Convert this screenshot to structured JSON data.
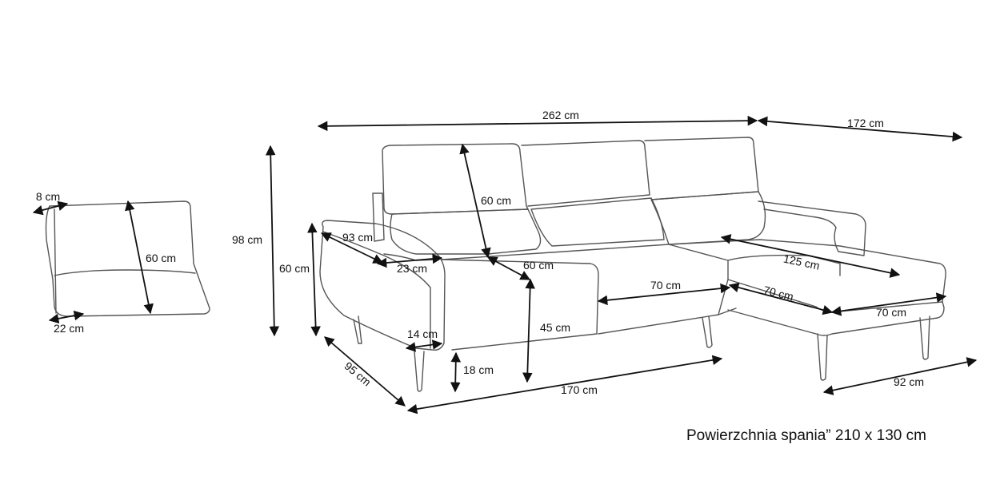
{
  "dimensions": {
    "total_width": "262 cm",
    "chaise_depth": "172 cm",
    "total_height": "98 cm",
    "armrest_height": "60 cm",
    "armrest_length": "93 cm",
    "armrest_width": "23 cm",
    "back_cushion_height": "60 cm",
    "seat_depth": "60 cm",
    "seat_height": "45 cm",
    "arm_foot_width": "14 cm",
    "leg_height": "18 cm",
    "sofa_depth": "95 cm",
    "seat_width_170": "170 cm",
    "seat_width_70": "70 cm",
    "chaise_length": "125 cm",
    "chaise_inner_70": "70 cm",
    "chaise_front_70": "70 cm",
    "chaise_width": "92 cm",
    "cushion_thickness": "8 cm",
    "cushion_height": "60 cm",
    "cushion_depth": "22 cm"
  },
  "caption": "Powierzchnia spania” 210 x 130 cm"
}
